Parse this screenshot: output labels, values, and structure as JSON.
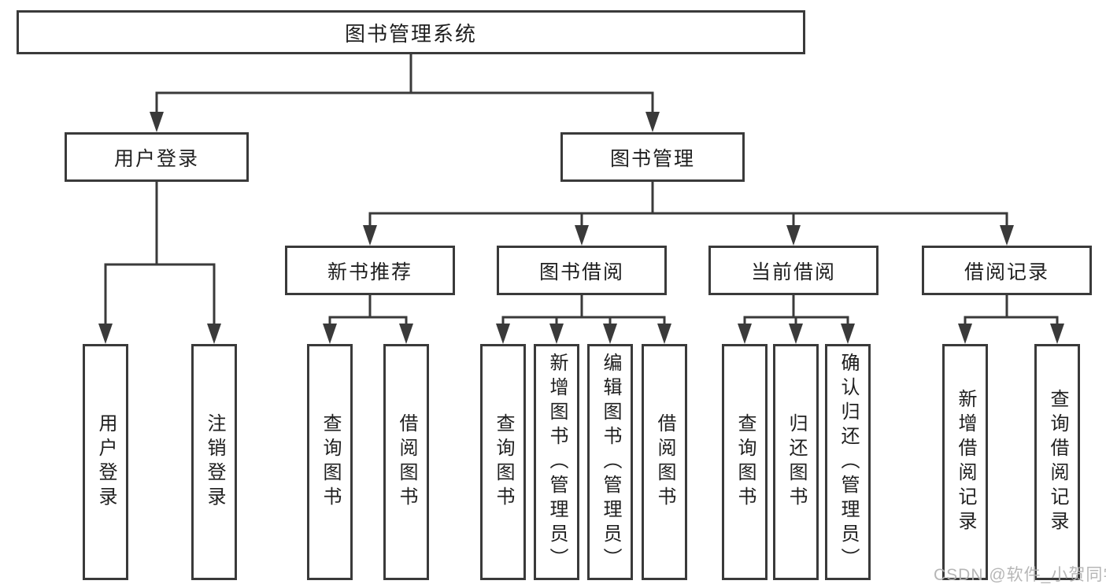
{
  "diagram": {
    "root": {
      "label": "图书管理系统"
    },
    "login_branch": {
      "label": "用户登录",
      "children": [
        {
          "label": "用户登录"
        },
        {
          "label": "注销登录"
        }
      ]
    },
    "management_branch": {
      "label": "图书管理",
      "groups": [
        {
          "label": "新书推荐",
          "children": [
            {
              "label": "查询图书"
            },
            {
              "label": "借阅图书"
            }
          ]
        },
        {
          "label": "图书借阅",
          "children": [
            {
              "label": "查询图书"
            },
            {
              "label": "新增图书（管理员）"
            },
            {
              "label": "编辑图书（管理员）"
            },
            {
              "label": "借阅图书"
            }
          ]
        },
        {
          "label": "当前借阅",
          "children": [
            {
              "label": "查询图书"
            },
            {
              "label": "归还图书"
            },
            {
              "label": "确认归还（管理员）"
            }
          ]
        },
        {
          "label": "借阅记录",
          "children": [
            {
              "label": "新增借阅记录"
            },
            {
              "label": "查询借阅记录"
            }
          ]
        }
      ]
    }
  },
  "watermark": "CSDN @软件_小贺同学",
  "colors": {
    "line": "#3a3a3a",
    "box_border": "#3a3a3a",
    "box_fill": "#ffffff",
    "text": "#1f1f1f",
    "watermark": "#b2b2b2",
    "background": "#ffffff"
  }
}
